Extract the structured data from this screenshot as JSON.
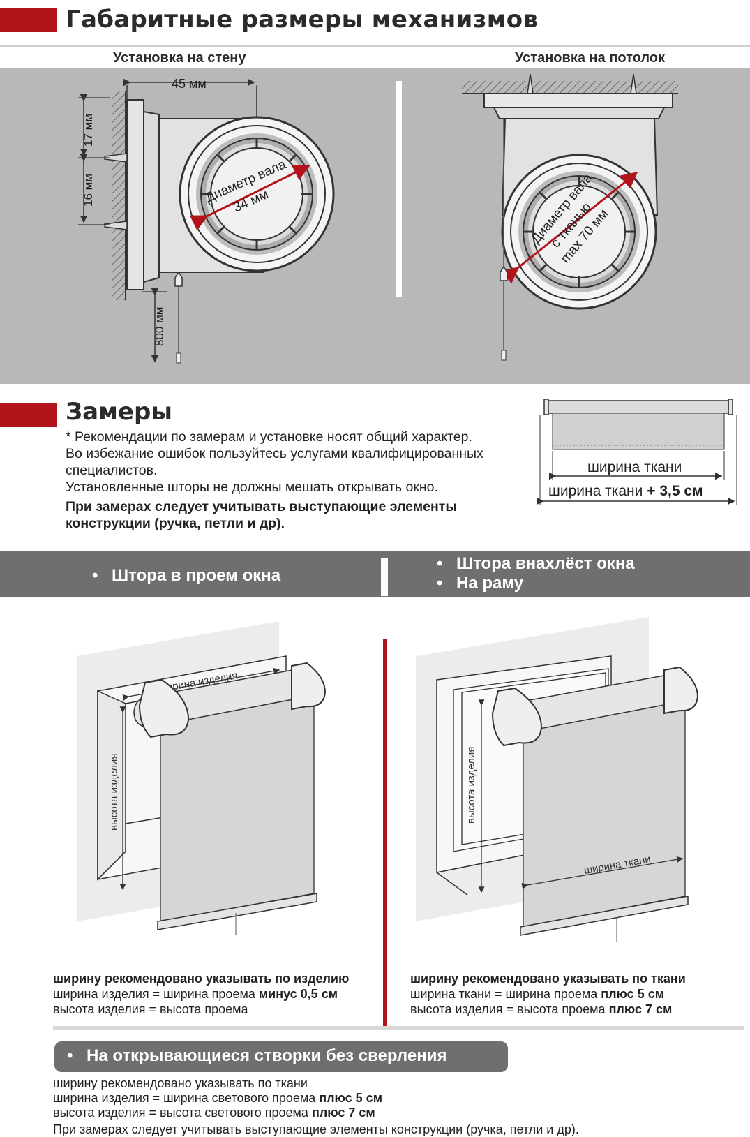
{
  "header": {
    "title": "Габаритные размеры механизмов",
    "wall_label": "Установка на стену",
    "ceiling_label": "Установка на потолок"
  },
  "wall_diagram": {
    "width_dim": "45 мм",
    "dim_top": "17 мм",
    "dim_bottom": "16 мм",
    "chain_dim": "800 мм",
    "shaft_line1": "Диаметр вала",
    "shaft_line2": "34 мм"
  },
  "ceiling_diagram": {
    "shaft_line1": "Диаметр вала",
    "shaft_line2": "с тканью",
    "shaft_line3": "max 70 мм"
  },
  "measure": {
    "title": "Замеры",
    "lines": [
      "* Рекомендации по замерам и установке носят общий характер.",
      "Во избежание ошибок пользуйтесь услугами квалифицированных",
      "специалистов.",
      "Установленные шторы не должны мешать открывать окно."
    ],
    "bold_lines": [
      "При замерах следует учитывать выступающие элементы",
      "конструкции (ручка, петли и др)."
    ],
    "fabric_width": "ширина ткани",
    "fabric_plus_prefix": "ширина ткани ",
    "fabric_plus_value": "+ 3,5 см"
  },
  "band": {
    "left": "Штора в проем окна",
    "right1": "Штора внахлёст окна",
    "right2": "На раму"
  },
  "left_case": {
    "width_label": "ширина изделия",
    "height_label": "высота изделия",
    "cap_bold": "ширину рекомендовано указывать по изделию",
    "cap2_prefix": "ширина изделия = ширина проема ",
    "cap2_bold": "минус 0,5 см",
    "cap3": "высота изделия = высота проема"
  },
  "right_case": {
    "height_label": "высота изделия",
    "width_label": "ширина ткани",
    "cap_bold": "ширину рекомендовано указывать по ткани",
    "cap2_prefix": "ширина ткани = ширина проема ",
    "cap2_bold": "плюс 5 см",
    "cap3_prefix": "высота изделия = высота проема ",
    "cap3_bold": "плюс 7 см"
  },
  "bottom": {
    "pill": "На открывающиеся створки без сверления",
    "line1": "ширину рекомендовано указывать по ткани",
    "line2_prefix": "ширина изделия = ширина светового проема  ",
    "line2_bold": "плюс 5 см",
    "line3_prefix": "высота изделия = высота светового проема  ",
    "line3_bold": "плюс 7 см",
    "line4": "При замерах следует учитывать выступающие элементы конструкции (ручка, петли и др)."
  },
  "colors": {
    "accent_red": "#b3141c",
    "panel_gray": "#b8b8b8",
    "band_gray": "#6f6f6f"
  }
}
